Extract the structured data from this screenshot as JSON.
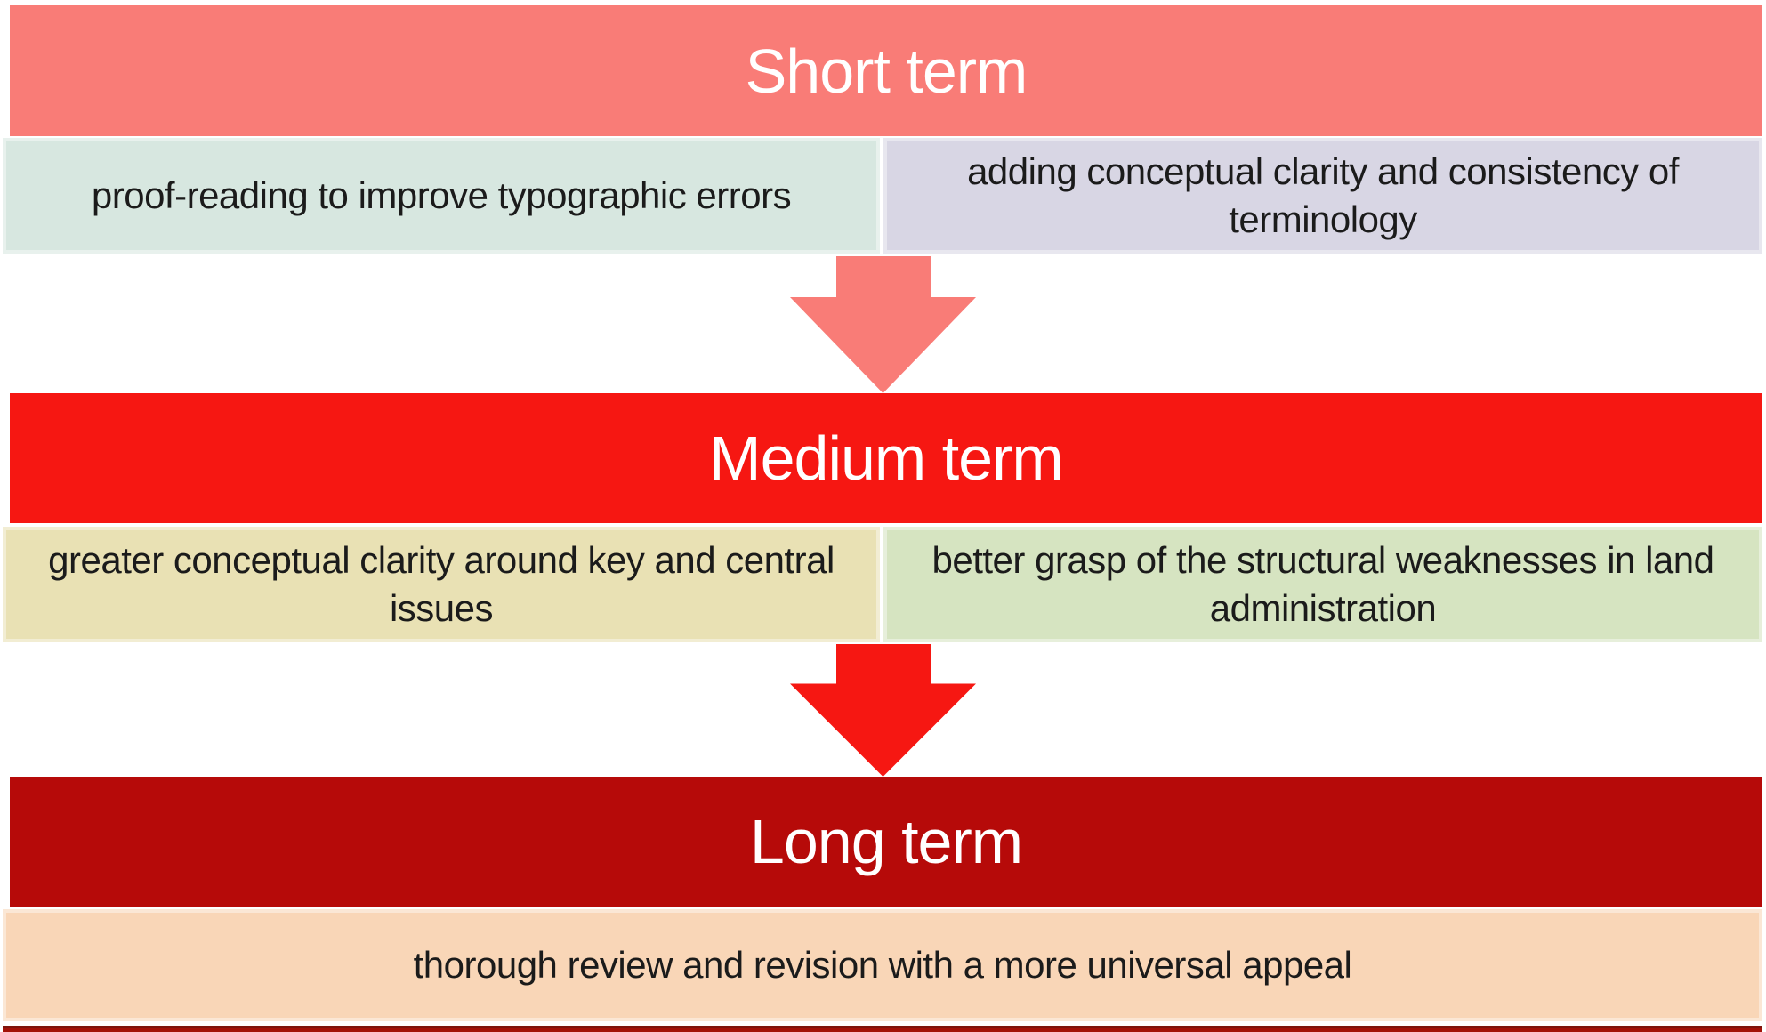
{
  "diagram": {
    "title_levels": [
      "Short term",
      "Medium term",
      "Long term"
    ],
    "text_color": "#1b1b1b",
    "header_text_color": "#ffffff",
    "stages": [
      {
        "id": "short-term",
        "label": "Short term",
        "header_bg": "#F97C77",
        "arrow_color": "#F97C77",
        "cells": [
          {
            "text": "proof-reading to improve typographic errors",
            "bg": "#D7E7E0"
          },
          {
            "text": "adding conceptual clarity and consistency of terminology",
            "bg": "#D8D6E4"
          }
        ]
      },
      {
        "id": "medium-term",
        "label": "Medium term",
        "header_bg": "#F61712",
        "arrow_color": "#F61712",
        "cells": [
          {
            "text": "greater conceptual clarity around key and central issues",
            "bg": "#E9E1B4"
          },
          {
            "text": "better grasp of the structural weaknesses in land administration",
            "bg": "#D6E4C1"
          }
        ]
      },
      {
        "id": "long-term",
        "label": "Long term",
        "header_bg": "#B60A09",
        "arrow_color": null,
        "cells": [
          {
            "text": "thorough review and revision with a more universal appeal",
            "bg": "#F9D6B7"
          }
        ]
      }
    ],
    "bottom_strip": {
      "color": "#A31108"
    }
  }
}
